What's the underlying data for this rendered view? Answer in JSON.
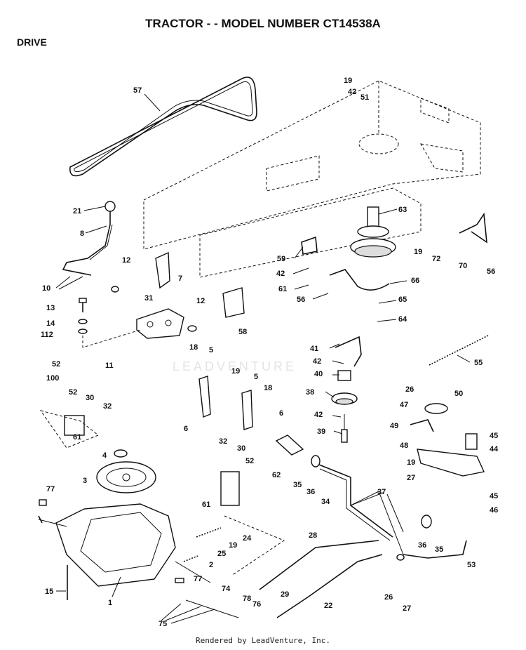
{
  "title": "TRACTOR - - MODEL NUMBER CT14538A",
  "section": "DRIVE",
  "footer": "Rendered by LeadVenture, Inc.",
  "watermark": "LEADVENTURE",
  "callouts": [
    {
      "id": "c57",
      "text": "57"
    },
    {
      "id": "c19a",
      "text": "19"
    },
    {
      "id": "c42a",
      "text": "42"
    },
    {
      "id": "c51",
      "text": "51"
    },
    {
      "id": "c63",
      "text": "63"
    },
    {
      "id": "c21",
      "text": "21"
    },
    {
      "id": "c8",
      "text": "8"
    },
    {
      "id": "c59",
      "text": "59"
    },
    {
      "id": "c19b",
      "text": "19"
    },
    {
      "id": "c72",
      "text": "72"
    },
    {
      "id": "c70",
      "text": "70"
    },
    {
      "id": "c56a",
      "text": "56"
    },
    {
      "id": "c12a",
      "text": "12"
    },
    {
      "id": "c7",
      "text": "7"
    },
    {
      "id": "c10",
      "text": "10"
    },
    {
      "id": "c31",
      "text": "31"
    },
    {
      "id": "c42b",
      "text": "42"
    },
    {
      "id": "c61a",
      "text": "61"
    },
    {
      "id": "c56b",
      "text": "56"
    },
    {
      "id": "c66",
      "text": "66"
    },
    {
      "id": "c13",
      "text": "13"
    },
    {
      "id": "c12b",
      "text": "12"
    },
    {
      "id": "c65",
      "text": "65"
    },
    {
      "id": "c64",
      "text": "64"
    },
    {
      "id": "c14",
      "text": "14"
    },
    {
      "id": "c112",
      "text": "112"
    },
    {
      "id": "c58",
      "text": "58"
    },
    {
      "id": "c41",
      "text": "41"
    },
    {
      "id": "c52a",
      "text": "52"
    },
    {
      "id": "c11",
      "text": "11"
    },
    {
      "id": "c18a",
      "text": "18"
    },
    {
      "id": "c5a",
      "text": "5"
    },
    {
      "id": "c42c",
      "text": "42"
    },
    {
      "id": "c55",
      "text": "55"
    },
    {
      "id": "c100",
      "text": "100"
    },
    {
      "id": "c19c",
      "text": "19"
    },
    {
      "id": "c40",
      "text": "40"
    },
    {
      "id": "c5b",
      "text": "5"
    },
    {
      "id": "c52b",
      "text": "52"
    },
    {
      "id": "c30a",
      "text": "30"
    },
    {
      "id": "c18b",
      "text": "18"
    },
    {
      "id": "c26a",
      "text": "26"
    },
    {
      "id": "c50",
      "text": "50"
    },
    {
      "id": "c38",
      "text": "38"
    },
    {
      "id": "c32a",
      "text": "32"
    },
    {
      "id": "c47",
      "text": "47"
    },
    {
      "id": "c6a",
      "text": "6"
    },
    {
      "id": "c6b",
      "text": "6"
    },
    {
      "id": "c42d",
      "text": "42"
    },
    {
      "id": "c49",
      "text": "49"
    },
    {
      "id": "c39",
      "text": "39"
    },
    {
      "id": "c45a",
      "text": "45"
    },
    {
      "id": "c61b",
      "text": "61"
    },
    {
      "id": "c4",
      "text": "4"
    },
    {
      "id": "c32b",
      "text": "32"
    },
    {
      "id": "c44",
      "text": "44"
    },
    {
      "id": "c30b",
      "text": "30"
    },
    {
      "id": "c48",
      "text": "48"
    },
    {
      "id": "c62",
      "text": "62"
    },
    {
      "id": "c52c",
      "text": "52"
    },
    {
      "id": "c19d",
      "text": "19"
    },
    {
      "id": "c3",
      "text": "3"
    },
    {
      "id": "c35a",
      "text": "35"
    },
    {
      "id": "c36a",
      "text": "36"
    },
    {
      "id": "c34",
      "text": "34"
    },
    {
      "id": "c27a",
      "text": "27"
    },
    {
      "id": "c61c",
      "text": "61"
    },
    {
      "id": "c37",
      "text": "37"
    },
    {
      "id": "c45b",
      "text": "45"
    },
    {
      "id": "c77a",
      "text": "77"
    },
    {
      "id": "c46",
      "text": "46"
    },
    {
      "id": "c24",
      "text": "24"
    },
    {
      "id": "c19e",
      "text": "19"
    },
    {
      "id": "c28",
      "text": "28"
    },
    {
      "id": "c36b",
      "text": "36"
    },
    {
      "id": "c35b",
      "text": "35"
    },
    {
      "id": "c25",
      "text": "25"
    },
    {
      "id": "c2",
      "text": "2"
    },
    {
      "id": "c53",
      "text": "53"
    },
    {
      "id": "c77b",
      "text": "77"
    },
    {
      "id": "c15",
      "text": "15"
    },
    {
      "id": "c74",
      "text": "74"
    },
    {
      "id": "c1",
      "text": "1"
    },
    {
      "id": "c29",
      "text": "29"
    },
    {
      "id": "c26b",
      "text": "26"
    },
    {
      "id": "c78",
      "text": "78"
    },
    {
      "id": "c22",
      "text": "22"
    },
    {
      "id": "c27b",
      "text": "27"
    },
    {
      "id": "c76",
      "text": "76"
    },
    {
      "id": "c75",
      "text": "75"
    }
  ]
}
